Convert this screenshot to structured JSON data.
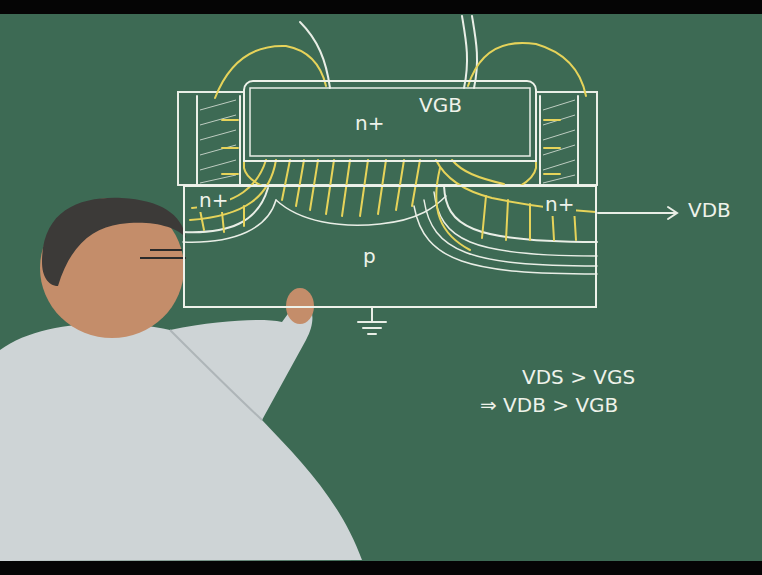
{
  "diagram": {
    "nodes": [
      {
        "text": [
          "VGB",
          "n+"
        ]
      },
      {
        "text": [
          "p"
        ]
      },
      {
        "text": [
          "n+"
        ],
        "in": 1
      },
      {
        "text": [
          "n+"
        ],
        "in": 1
      }
    ],
    "labels": [
      "VDB",
      "VDS > VGS",
      "⇒ VDB > VGB"
    ]
  }
}
